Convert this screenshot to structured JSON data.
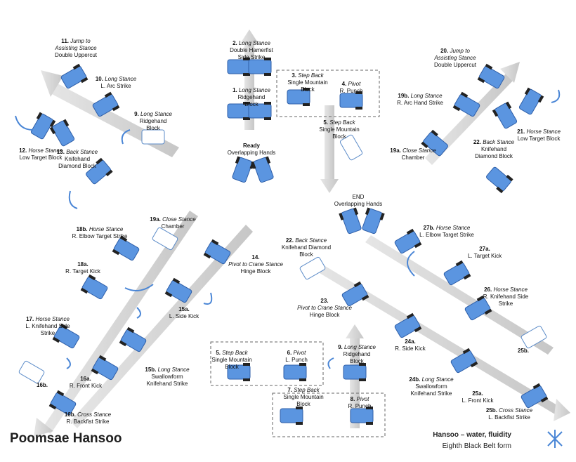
{
  "title": "Poomsae Hansoo",
  "subtitle": "Hansoo – water, fluidity",
  "form": "Eighth Black Belt form",
  "colors": {
    "foot": "#4a86d6",
    "arrow": "#c9c9c9",
    "emblem": "#4a86d6"
  },
  "moves": {
    "m11": {
      "num": "11.",
      "stance": "Jump to",
      "stance2": "Assisting Stance",
      "tech": "Double Uppercut"
    },
    "m10": {
      "num": "10.",
      "stance": "Long Stance",
      "tech": "L. Arc Strike"
    },
    "m9": {
      "num": "9.",
      "stance": "Long Stance",
      "tech": "Ridgehand",
      "tech2": "Block"
    },
    "m12": {
      "num": "12.",
      "stance": "Horse Stance",
      "tech": "Low Target Block"
    },
    "m13": {
      "num": "13.",
      "stance": "Back Stance",
      "tech": "Knifehand",
      "tech2": "Diamond Block"
    },
    "m2": {
      "num": "2.",
      "stance": "Long Stance",
      "tech": "Double Hamerfist",
      "tech2": "Side Strike"
    },
    "m1": {
      "num": "1.",
      "stance": "Long Stance",
      "tech": "Ridgehand",
      "tech2": "Block"
    },
    "ready": {
      "num": "Ready",
      "tech": "Overlapping Hands"
    },
    "m3": {
      "num": "3.",
      "stance": "Step Back",
      "tech": "Single Mountain",
      "tech2": "Block"
    },
    "m4": {
      "num": "4.",
      "stance": "Pivot",
      "tech": "R. Punch"
    },
    "m5": {
      "num": "5.",
      "stance": "Step Back",
      "tech": "Single Mountain",
      "tech2": "Block"
    },
    "m20": {
      "num": "20.",
      "stance": "Jump to",
      "stance2": "Assisting Stance",
      "tech": "Double Uppercut"
    },
    "m19b": {
      "num": "19b.",
      "stance": "Long Stance",
      "tech": "R. Arc Hand Strike"
    },
    "m21": {
      "num": "21.",
      "stance": "Horse Stance",
      "tech": "Low Target Block"
    },
    "m22a": {
      "num": "22.",
      "stance": "Back Stance",
      "tech": "Knifehand",
      "tech2": "Diamond Block"
    },
    "m19a": {
      "num": "19a.",
      "stance": "Close Stance",
      "tech": "Chamber"
    },
    "end": {
      "num": "END",
      "tech": "Overlapping Hands"
    },
    "m19a2": {
      "num": "19a.",
      "stance": "Close Stance",
      "tech": "Chamber"
    },
    "m18b": {
      "num": "18b.",
      "stance": "Horse Stance",
      "tech": "R. Elbow Target Strike"
    },
    "m18a": {
      "num": "18a.",
      "tech": "R. Target Kick"
    },
    "m14": {
      "num": "14.",
      "stance": "Pivot to Crane Stance",
      "tech": "Hinge Block"
    },
    "m17": {
      "num": "17.",
      "stance": "Horse Stance",
      "tech": "L. Knifehand Side",
      "tech2": "Strike"
    },
    "m15a": {
      "num": "15a.",
      "tech": "L. Side Kick"
    },
    "m15b": {
      "num": "15b.",
      "stance": "Long Stance",
      "tech": "Swallowform",
      "tech2": "Knifehand Strike"
    },
    "m16a": {
      "num": "16a.",
      "tech": "R. Front Kick"
    },
    "m16b": {
      "num": "16b."
    },
    "m16b2": {
      "num": "16b.",
      "stance": "Cross Stance",
      "tech": "R. Backfist Strike"
    },
    "m22b": {
      "num": "22.",
      "stance": "Back Stance",
      "tech": "Knifehand Diamond",
      "tech2": "Block"
    },
    "m23": {
      "num": "23.",
      "stance": "Pivot to Crane Stance",
      "tech": "Hinge Block"
    },
    "m27b": {
      "num": "27b.",
      "stance": "Horse Stance",
      "tech": "L. Elbow Target Strike"
    },
    "m27a": {
      "num": "27a.",
      "tech": "L. Target Kick"
    },
    "m26": {
      "num": "26.",
      "stance": "Horse Stance",
      "tech": "R. Knifehand Side",
      "tech2": "Strike"
    },
    "m24a": {
      "num": "24a.",
      "tech": "R. Side Kick"
    },
    "m25b": {
      "num": "25b."
    },
    "m24b": {
      "num": "24b.",
      "stance": "Long Stance",
      "tech": "Swallowform",
      "tech2": "Knifehand Strike"
    },
    "m25a": {
      "num": "25a.",
      "tech": "L. Front Kick"
    },
    "m25b2": {
      "num": "25b.",
      "stance": "Cross Stance",
      "tech": "L. Backfist Strike"
    },
    "m5b": {
      "num": "5.",
      "stance": "Step Back",
      "tech": "Single Mountain",
      "tech2": "Block"
    },
    "m6": {
      "num": "6.",
      "stance": "Pivot",
      "tech": "L. Punch"
    },
    "m9b": {
      "num": "9.",
      "stance": "Long Stance",
      "tech": "Ridgehand",
      "tech2": "Block"
    },
    "m7": {
      "num": "7.",
      "stance": "Step Back",
      "tech": "Single Mountain",
      "tech2": "Block"
    },
    "m8": {
      "num": "8.",
      "stance": "Pivot",
      "tech": "R. Punch"
    }
  }
}
